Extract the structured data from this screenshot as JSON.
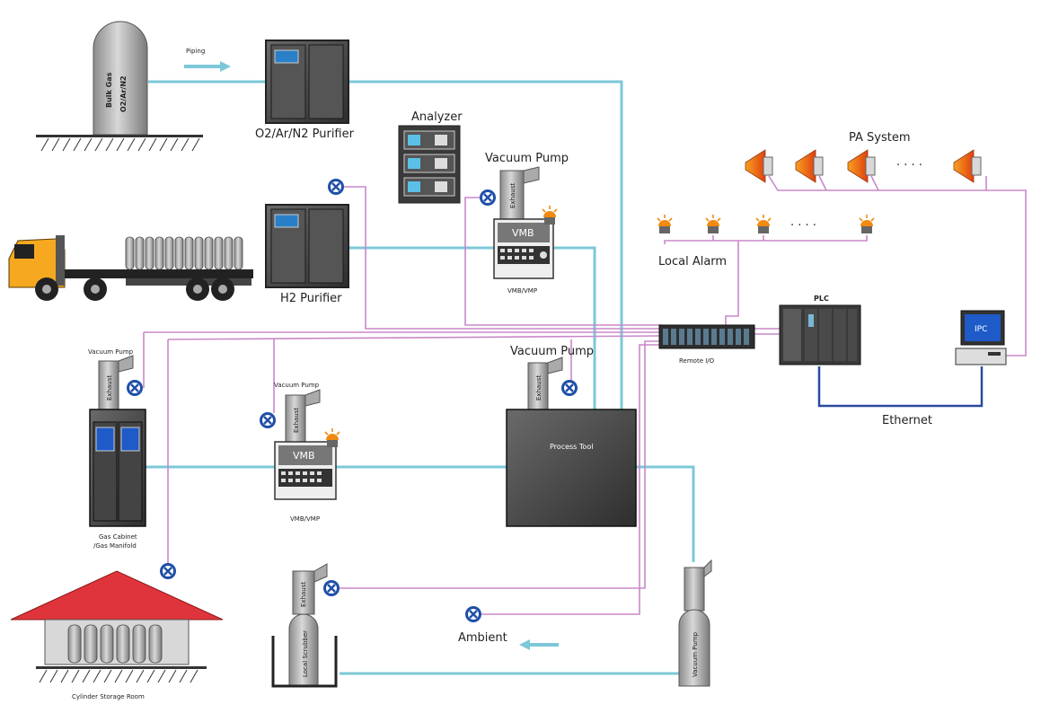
{
  "labels": {
    "piping": "Piping",
    "bulk_gas": "Bulk Gas",
    "bulk_gas_types": "O2/Ar/N2",
    "purifier1": "O2/Ar/N2 Purifier",
    "purifier2": "H2 Purifier",
    "analyzer": "Analyzer",
    "vacuum_pump_top": "Vacuum Pump",
    "vmb_top": "VMB",
    "vmb_vmp_top": "VMB/VMP",
    "pa_system": "PA System",
    "local_alarm": "Local Alarm",
    "plc": "PLC",
    "remote_io": "Remote I/O",
    "ipc": "IPC",
    "ethernet": "Ethernet",
    "vacuum_pump_left": "Vacuum Pump",
    "vacuum_pump_mid": "Vacuum Pump",
    "vacuum_pump_process": "Vacuum Pump",
    "vmb_mid": "VMB",
    "vmb_vmp_mid": "VMB/VMP",
    "process_tool": "Process Tool",
    "gas_cabinet_1": "Gas Cabinet",
    "gas_cabinet_2": "/Gas Manifold",
    "cylinder_storage": "Cylinder Storage Room",
    "ambient": "Ambient",
    "exhaust": "Exhaust",
    "local_scrubber": "Local Scrubber",
    "vacuum_pump_cyl": "Vacuum Pump",
    "dots": "· · · ·"
  },
  "colors": {
    "gas_line": "#7cc8d8",
    "signal_line": "#c888c8",
    "ethernet_line": "#2a4aa0",
    "roof": "#e0343c",
    "speaker": "#e85a18",
    "alarm": "#f08a10"
  }
}
